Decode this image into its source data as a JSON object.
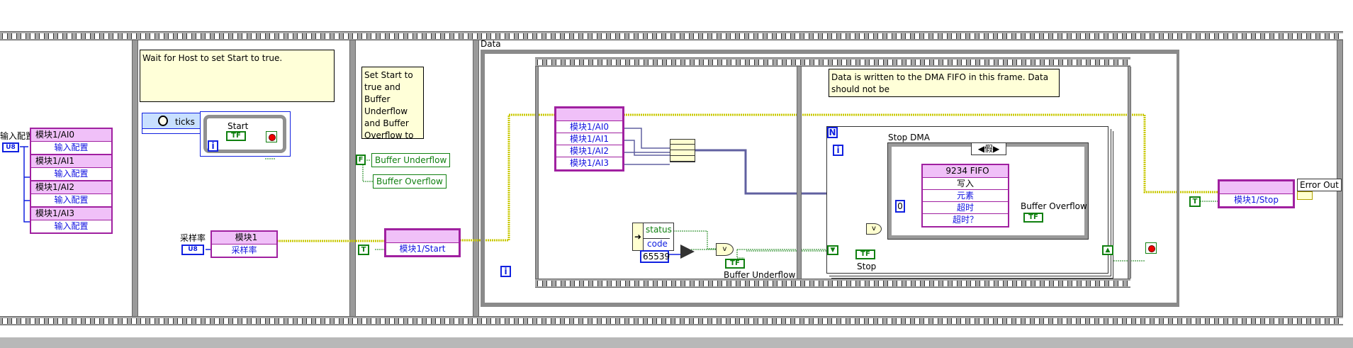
{
  "frames": {
    "frame1": {
      "input_config_label": "输入配置",
      "u8_const": "U8",
      "nodes": [
        {
          "title": "模块1/AI0",
          "prop": "输入配置"
        },
        {
          "title": "模块1/AI1",
          "prop": "输入配置"
        },
        {
          "title": "模块1/AI2",
          "prop": "输入配置"
        },
        {
          "title": "模块1/AI3",
          "prop": "输入配置"
        }
      ]
    },
    "frame2": {
      "comment": "Wait for Host to set Start to true.",
      "ticks_label": "ticks",
      "start_label": "Start",
      "start_terminal": "TF",
      "loop_index": "i",
      "sample_rate_label": "采样率",
      "sample_rate_u8": "U8",
      "module_node_title": "模块1",
      "module_node_prop": "采样率"
    },
    "frame3": {
      "comment": "Set Start to true and Buffer Underflow and Buffer Overflow to fast.",
      "false_const": "F",
      "true_const": "T",
      "buffer_underflow": "Buffer Underflow",
      "buffer_overflow": "Buffer Overflow",
      "start_node": "模块1/Start"
    },
    "data_frame": {
      "label": "Data",
      "loop_index": "i",
      "read_node_rows": [
        "模块1/AI0",
        "模块1/AI1",
        "模块1/AI2",
        "模块1/AI3"
      ],
      "unbundle_status": "status",
      "unbundle_code": "code",
      "code_const": "65539",
      "buffer_underflow_label": "Buffer Underflow",
      "tf": "TF",
      "comment": "Data is written to the DMA FIFO in this frame.  Data should not be",
      "for_loop_n": "N",
      "for_loop_i": "i",
      "case_label": "Stop DMA",
      "case_selector": "假",
      "fifo_title": "9234 FIFO",
      "fifo_rows": [
        "写入",
        "元素",
        "超时",
        "超时？"
      ],
      "timeout_const": "0",
      "buffer_overflow_label": "Buffer Overflow",
      "stop_label": "Stop"
    },
    "final": {
      "true_const": "T",
      "stop_node": "模块1/Stop",
      "error_out": "Error Out"
    }
  },
  "colors": {
    "error_wire": "#c8c800",
    "bool_wire": "#108010",
    "numeric_wire": "#1020e0",
    "array_wire": "#6060a0",
    "node_border": "#a020a0",
    "node_header": "#f0c0f8",
    "comment_bg": "#ffffd8"
  }
}
